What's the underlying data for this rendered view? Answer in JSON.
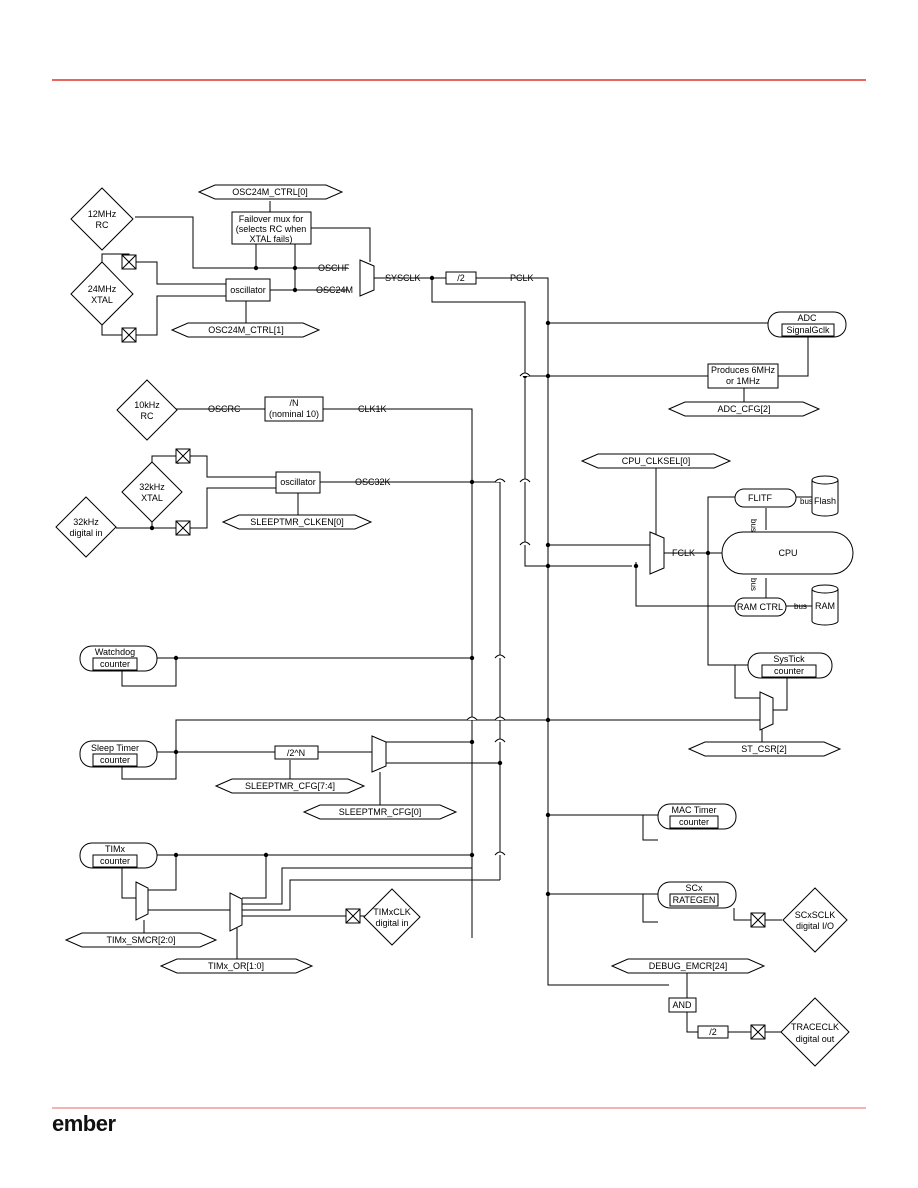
{
  "logo": "ember",
  "colors": {
    "rule": "#e2342b",
    "line": "#000000"
  },
  "labels": {
    "osc24m_ctrl0": "OSC24M_CTRL[0]",
    "failover": [
      "Failover mux for",
      "(selects RC when",
      "XTAL fails)"
    ],
    "rc12": [
      "12MHz",
      "RC"
    ],
    "xtal24": [
      "24MHz",
      "XTAL"
    ],
    "oscillator": "oscillator",
    "oschf": "OSCHF",
    "osc24m": "OSC24M",
    "osc24m_ctrl1": "OSC24M_CTRL[1]",
    "sysclk": "SYSCLK",
    "div2": "/2",
    "pclk": "PCLK",
    "adc": [
      "ADC",
      "SignalGclk"
    ],
    "adc_div": [
      "Produces 6MHz",
      "or 1MHz"
    ],
    "adc_cfg": "ADC_CFG[2]",
    "rc10k": [
      "10kHz",
      "RC"
    ],
    "oscrc": "OSCRC",
    "divn": [
      "/N",
      "(nominal 10)"
    ],
    "clk1k": "CLK1K",
    "xtal32": [
      "32kHz",
      "XTAL"
    ],
    "dig32": [
      "32kHz",
      "digital in"
    ],
    "osc32k": "OSC32K",
    "sleeptmr_clken": "SLEEPTMR_CLKEN[0]",
    "cpu_clksel": "CPU_CLKSEL[0]",
    "fclk": "FCLK",
    "flitf": "FLITF",
    "flash": "Flash",
    "bus": "bus",
    "cpu": "CPU",
    "ram_ctrl": "RAM CTRL",
    "ram": "RAM",
    "watchdog": [
      "Watchdog",
      "counter"
    ],
    "systick": [
      "SysTick",
      "counter"
    ],
    "st_csr": "ST_CSR[2]",
    "sleep_timer": [
      "Sleep Timer",
      "counter"
    ],
    "div_pow2": "/2^N",
    "sleeptmr_cfg74": "SLEEPTMR_CFG[7:4]",
    "sleeptmr_cfg0": "SLEEPTMR_CFG[0]",
    "mac_timer": [
      "MAC Timer",
      "counter"
    ],
    "timx": [
      "TIMx",
      "counter"
    ],
    "timx_smcr": "TIMx_SMCR[2:0]",
    "timx_or": "TIMx_OR[1:0]",
    "timxclk": [
      "TIMxCLK",
      "digital in"
    ],
    "scx": [
      "SCx",
      "RATEGEN"
    ],
    "scxsclk": [
      "SCxSCLK",
      "digital I/O"
    ],
    "debug_emcr": "DEBUG_EMCR[24]",
    "and": "AND",
    "traceclk": [
      "TRACECLK",
      "digital out"
    ]
  }
}
